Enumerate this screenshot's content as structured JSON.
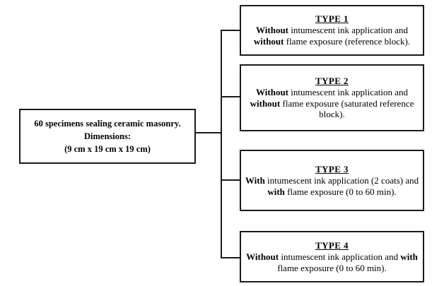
{
  "diagram": {
    "type": "flowchart-tree",
    "root": {
      "lines": [
        "60 specimens sealing ceramic masonry.",
        "Dimensions:",
        "(9 cm x 19 cm x 19 cm)"
      ],
      "line_1": "60 specimens sealing ceramic masonry.",
      "line_2": "Dimensions:",
      "line_3": "(9 cm x 19 cm x 19 cm)"
    },
    "branches": [
      {
        "heading": "TYPE 1",
        "text": "Without intumescent ink application and without flame exposure (reference block).",
        "segments": [
          {
            "text": "Without",
            "bold": true
          },
          {
            "text": " intumescent ink application and ",
            "bold": false
          },
          {
            "text": "without",
            "bold": true
          },
          {
            "text": " flame exposure (reference block).",
            "bold": false
          }
        ]
      },
      {
        "heading": "TYPE 2",
        "text": "Without intumescent ink application and without flame exposure (saturated reference block).",
        "segments": [
          {
            "text": "Without",
            "bold": true
          },
          {
            "text": " intumescent ink application and ",
            "bold": false
          },
          {
            "text": "without",
            "bold": true
          },
          {
            "text": " flame exposure (saturated reference block).",
            "bold": false
          }
        ]
      },
      {
        "heading": "TYPE 3",
        "text": "With intumescent ink application (2 coats) and with flame exposure (0 to 60 min).",
        "segments": [
          {
            "text": "With",
            "bold": true
          },
          {
            "text": " intumescent ink application (2 coats) and ",
            "bold": false
          },
          {
            "text": "with",
            "bold": true
          },
          {
            "text": " flame exposure (0 to 60 min).",
            "bold": false
          }
        ]
      },
      {
        "heading": "TYPE 4",
        "text": "Without intumescent ink application and with flame exposure (0 to 60 min).",
        "segments": [
          {
            "text": "Without",
            "bold": true
          },
          {
            "text": " intumescent ink application and ",
            "bold": false
          },
          {
            "text": "with",
            "bold": true
          },
          {
            "text": " flame exposure (0 to 60 min).",
            "bold": false
          }
        ]
      }
    ],
    "colors": {
      "border": "#1a1a1a",
      "text": "#000000",
      "background": "#ffffff"
    }
  }
}
